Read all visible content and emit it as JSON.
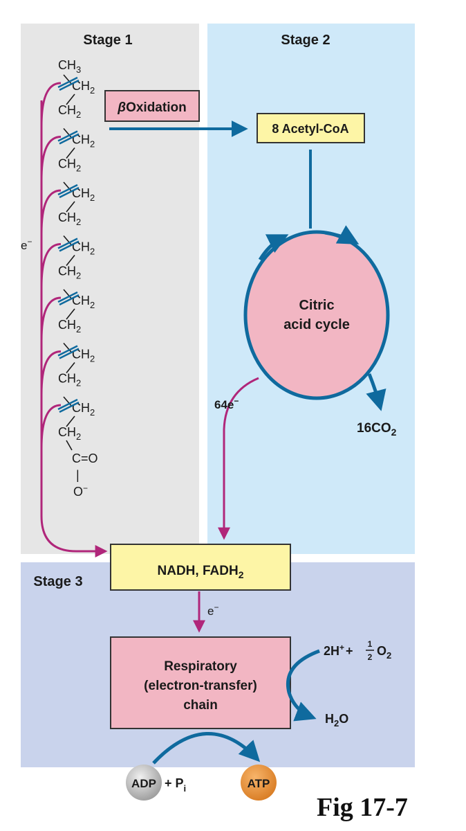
{
  "diagram": {
    "stages": {
      "stage1": "Stage 1",
      "stage2": "Stage 2",
      "stage3": "Stage 3"
    },
    "chain": {
      "top": "CH",
      "top_sub": "3",
      "unit": "CH",
      "unit_sub": "2",
      "carbonyl": "C=O",
      "bond": "|",
      "carboxylate": "O",
      "carboxylate_sup": "−"
    },
    "beta_oxidation": {
      "symbol": "β",
      "text": "Oxidation"
    },
    "acetyl_coa": "8 Acetyl-CoA",
    "citric_acid_cycle": {
      "line1": "Citric",
      "line2": "acid cycle"
    },
    "electrons_left": {
      "text": "e",
      "sup": "−"
    },
    "electrons_64": {
      "text": "64e",
      "sup": "−"
    },
    "co2": {
      "prefix": "16CO",
      "sub": "2"
    },
    "nadh": {
      "text": "NADH, FADH",
      "sub": "2"
    },
    "electrons_down": {
      "text": "e",
      "sup": "−"
    },
    "respiratory_chain": {
      "line1": "Respiratory",
      "line2": "(electron-transfer)",
      "line3": "chain"
    },
    "oxygen_input": {
      "prefix": "2H",
      "sup": "+",
      "plus": "+",
      "frac_num": "1",
      "frac_den": "2",
      "o": "O",
      "o_sub": "2"
    },
    "water": {
      "h": "H",
      "h_sub": "2",
      "o": "O"
    },
    "adp": {
      "text": "ADP",
      "plus": "+ P",
      "sub": "i"
    },
    "atp": "ATP",
    "caption": "Fig 17-7",
    "colors": {
      "stage1_bg": "#e6e6e6",
      "stage2_bg": "#cfe9f9",
      "stage3_bg": "#c9d3ec",
      "pink_box": "#f2b6c3",
      "yellow_box": "#fdf5a6",
      "blue_arrow": "#0f6a9e",
      "magenta_arrow": "#b0267a",
      "adp_circle": "#bdbdbd",
      "atp_circle": "#e9923c"
    }
  }
}
